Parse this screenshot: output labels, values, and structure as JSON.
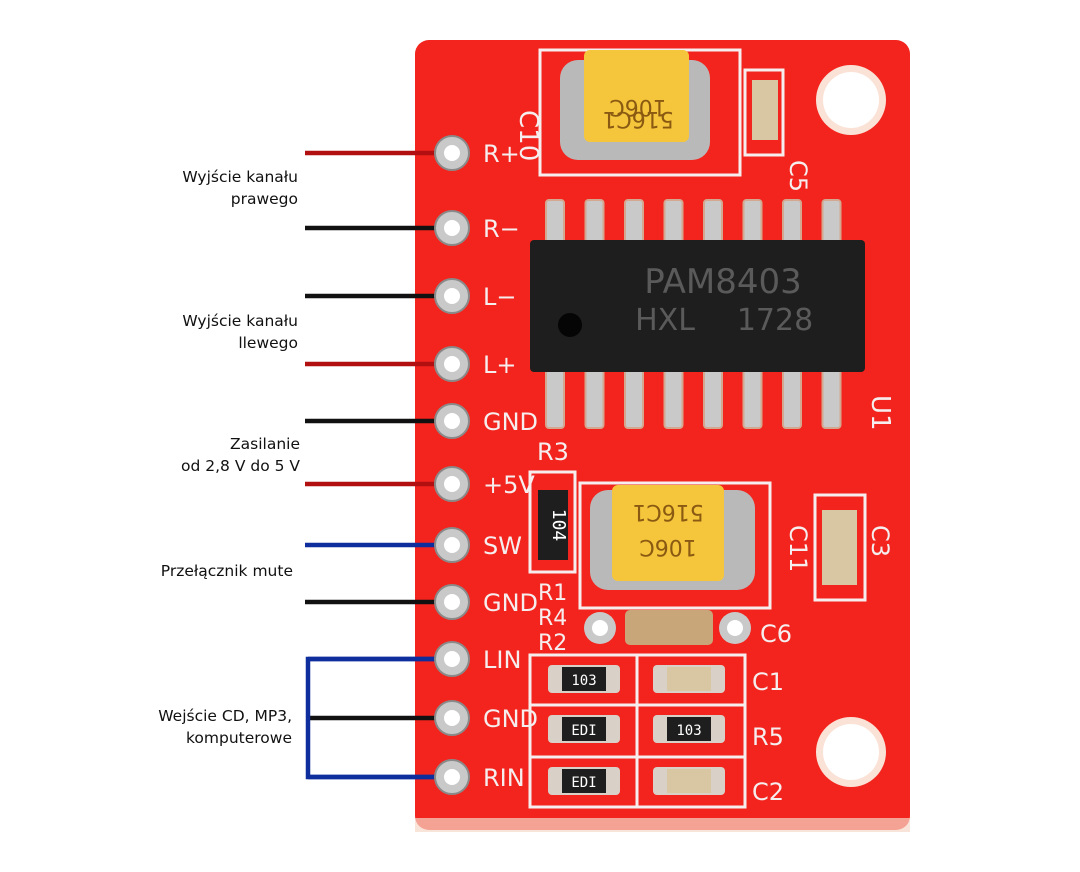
{
  "colors": {
    "board_red": "#f2241d",
    "silk_white": "#f6eeee",
    "chip_black": "#1e1e1e",
    "capacitor_yellow": "#f5c63c",
    "wire_red": "#b21010",
    "wire_black": "#111111",
    "wire_blue": "#0e2e9e",
    "pad_silver": "#c9c9c9"
  },
  "labels": {
    "right_out": [
      "Wyjście kanału",
      "prawego"
    ],
    "left_out": [
      "Wyjście kanału",
      "llewego"
    ],
    "power": [
      "Zasilanie",
      "od 2,8 V do 5 V"
    ],
    "mute": [
      "Przełącznik mute"
    ],
    "input": [
      "Wejście CD, MP3,",
      "komputerowe"
    ]
  },
  "pins": [
    {
      "label": "R+",
      "wire": "red"
    },
    {
      "label": "R−",
      "wire": "black"
    },
    {
      "label": "L−",
      "wire": "black"
    },
    {
      "label": "L+",
      "wire": "red"
    },
    {
      "label": "GND",
      "wire": "black"
    },
    {
      "label": "+5V",
      "wire": "red"
    },
    {
      "label": "SW",
      "wire": "blue"
    },
    {
      "label": "GND",
      "wire": "black"
    },
    {
      "label": "LIN",
      "wire": "blue"
    },
    {
      "label": "GND",
      "wire": "black"
    },
    {
      "label": "RIN",
      "wire": "blue"
    }
  ],
  "chip": {
    "line1": "PAM8403",
    "line2_left": "HXL",
    "line2_right": "1728",
    "designator": "U1"
  },
  "capacitor_marking": {
    "top": "516C1",
    "bottom": "106C"
  },
  "silkscreen": {
    "c10": "C10",
    "c5": "C5",
    "r3": "R3",
    "r1": "R1",
    "r4": "R4",
    "r2": "R2",
    "c6": "C6",
    "c11": "C11",
    "c3": "C3",
    "c1": "C1",
    "r5": "R5",
    "c2": "C2"
  },
  "resistor_codes": {
    "r3": "104",
    "small": "103",
    "small_alt": "EDI"
  }
}
